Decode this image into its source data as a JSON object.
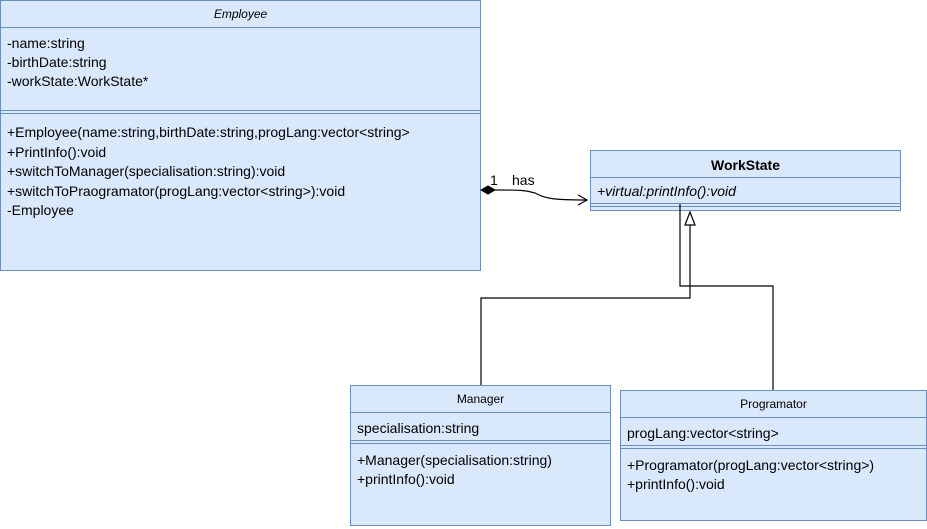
{
  "classes": {
    "employee": {
      "name": "Employee",
      "attributes": [
        "-name:string",
        "-birthDate:string",
        "-workState:WorkState*"
      ],
      "methods": [
        "+Employee(name:string,birthDate:string,progLang:vector<string>",
        "+PrintInfo():void",
        "+switchToManager(specialisation:string):void",
        "+switchToPraogramator(progLang:vector<string>):void",
        "-Employee"
      ]
    },
    "workstate": {
      "name": "WorkState",
      "methods": [
        "+virtual:printInfo():void"
      ]
    },
    "manager": {
      "name": "Manager",
      "attributes": [
        "specialisation:string"
      ],
      "methods": [
        "+Manager(specialisation:string)",
        "+printInfo():void"
      ]
    },
    "programator": {
      "name": "Programator",
      "attributes": [
        "progLang:vector<string>"
      ],
      "methods": [
        "+Programator(progLang:vector<string>)",
        "+printInfo():void"
      ]
    }
  },
  "association": {
    "multiplicity": "1",
    "label": "has"
  },
  "colors": {
    "fill": "#dae8fc",
    "stroke": "#6c8ebf",
    "line": "#000000"
  }
}
